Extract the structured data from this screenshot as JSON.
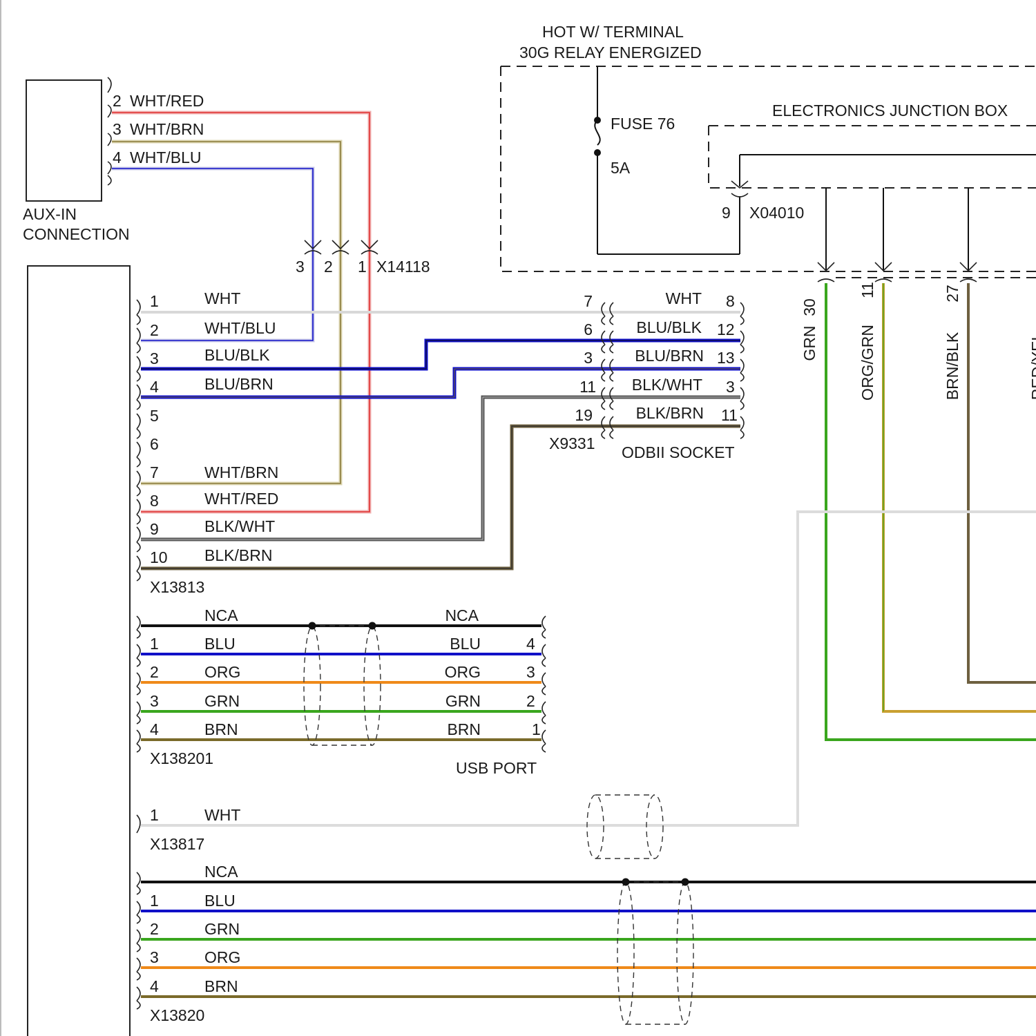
{
  "colors": {
    "WHT": "#d8d8d8",
    "BLU": "#1010c8",
    "RED": "#e03030",
    "BRN": "#7a6a2a",
    "BLK": "#111111",
    "GRN": "#3aa61e",
    "ORG": "#ef8a1a",
    "GRY": "#555555",
    "OLIVE": "#6e6040",
    "TAN": "#b8a860",
    "GOLD": "#c9a030"
  },
  "labels": {
    "hot_line1": "HOT W/ TERMINAL",
    "hot_line2": "30G RELAY ENERGIZED",
    "ejb": "ELECTRONICS JUNCTION BOX",
    "fuse": "FUSE 76",
    "fuse_rating": "5A",
    "x04010": "X04010",
    "x04010_pin": "9",
    "aux_line1": "AUX-IN",
    "aux_line2": "CONNECTION",
    "x14118": "X14118",
    "x13813": "X13813",
    "x9331": "X9331",
    "odbii": "ODBII SOCKET",
    "x138201": "X138201",
    "usb": "USB PORT",
    "x13817": "X13817",
    "x13820": "X13820"
  },
  "aux_pins": [
    {
      "pin": "2",
      "wire": "WHT/RED"
    },
    {
      "pin": "3",
      "wire": "WHT/BRN"
    },
    {
      "pin": "4",
      "wire": "WHT/BLU"
    }
  ],
  "x14118_pins": [
    "3",
    "2",
    "1"
  ],
  "x13813": [
    {
      "pin": "1",
      "wire": "WHT"
    },
    {
      "pin": "2",
      "wire": "WHT/BLU"
    },
    {
      "pin": "3",
      "wire": "BLU/BLK"
    },
    {
      "pin": "4",
      "wire": "BLU/BRN"
    },
    {
      "pin": "5",
      "wire": ""
    },
    {
      "pin": "6",
      "wire": ""
    },
    {
      "pin": "7",
      "wire": "WHT/BRN"
    },
    {
      "pin": "8",
      "wire": "WHT/RED"
    },
    {
      "pin": "9",
      "wire": "BLK/WHT"
    },
    {
      "pin": "10",
      "wire": "BLK/BRN"
    }
  ],
  "x9331_pins": [
    "7",
    "6",
    "3",
    "11",
    "19"
  ],
  "odbii": [
    {
      "wire": "WHT",
      "pin": "8"
    },
    {
      "wire": "BLU/BLK",
      "pin": "12"
    },
    {
      "wire": "BLU/BRN",
      "pin": "13"
    },
    {
      "wire": "BLK/WHT",
      "pin": "3"
    },
    {
      "wire": "BLK/BRN",
      "pin": "11"
    }
  ],
  "x138201": [
    {
      "pin": "",
      "wire": "NCA"
    },
    {
      "pin": "1",
      "wire": "BLU"
    },
    {
      "pin": "2",
      "wire": "ORG"
    },
    {
      "pin": "3",
      "wire": "GRN"
    },
    {
      "pin": "4",
      "wire": "BRN"
    }
  ],
  "usb": [
    {
      "wire": "NCA",
      "pin": ""
    },
    {
      "wire": "BLU",
      "pin": "4"
    },
    {
      "wire": "ORG",
      "pin": "3"
    },
    {
      "wire": "GRN",
      "pin": "2"
    },
    {
      "wire": "BRN",
      "pin": "1"
    }
  ],
  "x13817": [
    {
      "pin": "1",
      "wire": "WHT"
    }
  ],
  "x13820": [
    {
      "pin": "",
      "wire": "NCA"
    },
    {
      "pin": "1",
      "wire": "BLU"
    },
    {
      "pin": "2",
      "wire": "GRN"
    },
    {
      "pin": "3",
      "wire": "ORG"
    },
    {
      "pin": "4",
      "wire": "BRN"
    }
  ],
  "ejb_outputs": [
    {
      "pin": "30",
      "wire": "GRN"
    },
    {
      "pin": "11",
      "wire": "ORG/GRN"
    },
    {
      "pin": "27",
      "wire": "BRN/BLK"
    },
    {
      "pin": "",
      "wire": "RED/YEL"
    }
  ]
}
